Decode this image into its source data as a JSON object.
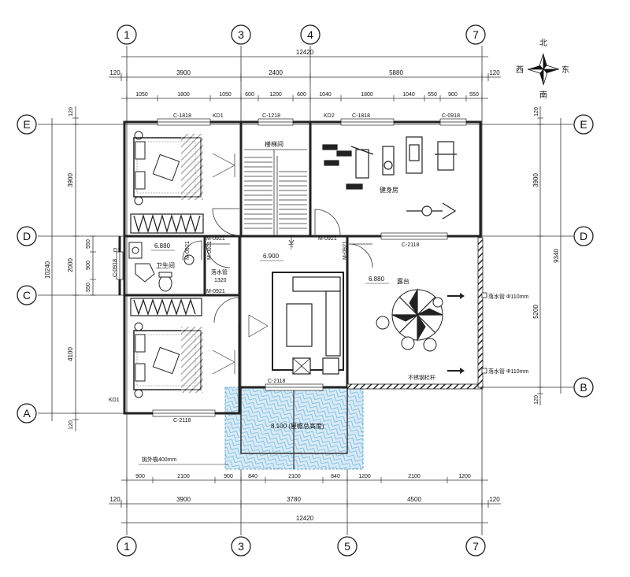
{
  "axes": {
    "top": [
      "1",
      "3",
      "4",
      "7"
    ],
    "bottom": [
      "1",
      "3",
      "5",
      "7"
    ],
    "left": [
      "E",
      "D",
      "C",
      "A"
    ],
    "right": [
      "E",
      "D",
      "B"
    ]
  },
  "dims": {
    "top_total": "12420",
    "top_row2": [
      "120",
      "3900",
      "2400",
      "5880",
      "120"
    ],
    "top_row3": [
      "1050",
      "1800",
      "1050",
      "600",
      "1200",
      "600",
      "1040",
      "1800",
      "1040",
      "550",
      "900",
      "550"
    ],
    "bottom_row1": [
      "900",
      "2100",
      "900",
      "840",
      "2100",
      "840",
      "1200",
      "2100",
      "1200"
    ],
    "bottom_row2": [
      "120",
      "3900",
      "3780",
      "4500",
      "120"
    ],
    "bottom_total": "12420",
    "left_outer": "10240",
    "left_inner": [
      "120",
      "3900",
      "550",
      "900",
      "550",
      "2000",
      "4100",
      "120"
    ],
    "right_inner": [
      "120",
      "3900",
      "5200",
      "120"
    ],
    "right_outer": "9340"
  },
  "compass": {
    "north": "北",
    "south": "南",
    "east": "东",
    "west": "西"
  },
  "labels": {
    "stair": "楼梯间",
    "gym": "健身房",
    "bath": "卫生间",
    "terrace": "露台",
    "elev_bath": "6.880",
    "elev_hall": "6.900",
    "elev_terrace": "6.880",
    "roof_note": "8.100 (屋檐总高度)",
    "eave": "挑外檐400mm",
    "down": "下",
    "w_1320": "1320",
    "drain": "落水管",
    "pipe1": "落水管 Φ110mm",
    "pipe2": "落水管 Φ110mm",
    "rail": "不锈钢栏杆"
  },
  "tags": {
    "c1818a": "C-1818",
    "kd1a": "KD1",
    "c1218": "C-1218",
    "kd2": "KD2",
    "c1818b": "C-1818",
    "c0918a": "C-0918",
    "m0921a": "M-0921",
    "m0921b": "M-0921",
    "m0921c": "M-0921",
    "m0921d": "M-0921",
    "m0921e": "M-0921",
    "m0921f": "M-0921",
    "c2118a": "C-2118",
    "c0918b": "C-0918",
    "d1": "D1",
    "c2118b": "C-2118",
    "kd1b": "KD1",
    "c2118c": "C-2118"
  },
  "colors": {
    "line": "#222222",
    "glass": "#cfe6f3",
    "glass_hatch": "#7fb7d9",
    "stair": "#333333"
  }
}
